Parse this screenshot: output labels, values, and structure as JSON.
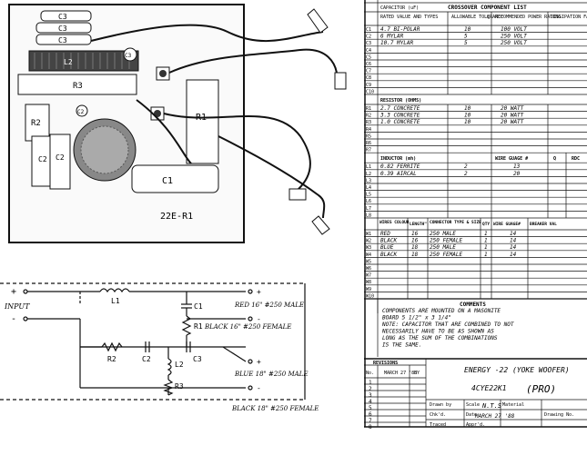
{
  "board": {
    "label": "22E-R1",
    "components": {
      "c3a": "C3",
      "c3b": "C3",
      "c3c": "C3",
      "l2": "L2",
      "c3small": "C3",
      "r3": "R3",
      "r2": "R2",
      "c2a": "C2",
      "c2b": "C2",
      "c2circle": "C2",
      "c1": "C1",
      "r1": "R1"
    }
  },
  "schematic": {
    "input_label": "INPUT",
    "l1": "L1",
    "c1": "C1",
    "r1": "R1",
    "r2": "R2",
    "c2": "C2",
    "c3": "C3",
    "l2": "L2",
    "r3": "R3",
    "plus": "+",
    "minus": "-",
    "out_red": "RED 16\" #250 MALE",
    "out_black1": "BLACK 16\" #250 FEMALE",
    "out_blue": "BLUE 18\" #250 MALE",
    "out_black2": "BLACK 18\" #250 FEMALE"
  },
  "list": {
    "title": "CROSSOVER COMPONENT LIST",
    "cap_unit": "CAPACITOR (uF)",
    "cap_headers": [
      "RATED VALUE AND TYPES",
      "ALLOWABLE TOLERANCE",
      "%",
      "RECOMMENDED POWER RATING",
      "DISSIPATION FACTOR"
    ],
    "cap_rows": [
      {
        "id": "C1",
        "value": "4.7 BI-POLAR",
        "tol": "10",
        "rating": "100 VOLT"
      },
      {
        "id": "C2",
        "value": "6 MYLAR",
        "tol": "5",
        "rating": "250 VOLT"
      },
      {
        "id": "C3",
        "value": "10.7 MYLAR",
        "tol": "5",
        "rating": "250 VOLT"
      },
      {
        "id": "C4",
        "value": "",
        "tol": "",
        "rating": ""
      },
      {
        "id": "C5",
        "value": "",
        "tol": "",
        "rating": ""
      },
      {
        "id": "C6",
        "value": "",
        "tol": "",
        "rating": ""
      },
      {
        "id": "C7",
        "value": "",
        "tol": "",
        "rating": ""
      },
      {
        "id": "C8",
        "value": "",
        "tol": "",
        "rating": ""
      },
      {
        "id": "C9",
        "value": "",
        "tol": "",
        "rating": ""
      },
      {
        "id": "C10",
        "value": "",
        "tol": "",
        "rating": ""
      }
    ],
    "res_header": "RESISTOR (OHMS)",
    "res_rows": [
      {
        "id": "R1",
        "value": "2.7 CONCRETE",
        "tol": "10",
        "rating": "20 WATT"
      },
      {
        "id": "R2",
        "value": "3.3 CONCRETE",
        "tol": "10",
        "rating": "20 WATT"
      },
      {
        "id": "R3",
        "value": "1.0 CONCRETE",
        "tol": "10",
        "rating": "20 WATT"
      },
      {
        "id": "R4",
        "value": "",
        "tol": "",
        "rating": ""
      },
      {
        "id": "R5",
        "value": "",
        "tol": "",
        "rating": ""
      },
      {
        "id": "R6",
        "value": "",
        "tol": "",
        "rating": ""
      },
      {
        "id": "R7",
        "value": "",
        "tol": "",
        "rating": ""
      }
    ],
    "ind_headers": [
      "INDUCTOR (mh)",
      "WIRE GUAGE #",
      "Q",
      "RDC"
    ],
    "ind_rows": [
      {
        "id": "L1",
        "value": "0.82 FERRITE",
        "tol": "2",
        "gauge": "13"
      },
      {
        "id": "L2",
        "value": "0.39 AIRCAL",
        "tol": "2",
        "gauge": "20"
      },
      {
        "id": "L3",
        "value": "",
        "tol": "",
        "gauge": ""
      },
      {
        "id": "L4",
        "value": "",
        "tol": "",
        "gauge": ""
      },
      {
        "id": "L5",
        "value": "",
        "tol": "",
        "gauge": ""
      },
      {
        "id": "L6",
        "value": "",
        "tol": "",
        "gauge": ""
      },
      {
        "id": "L7",
        "value": "",
        "tol": "",
        "gauge": ""
      },
      {
        "id": "L8",
        "value": "",
        "tol": "",
        "gauge": ""
      }
    ],
    "wire_headers": [
      "WIRES COLOUR",
      "LENGTH\"",
      "CONNECTOR TYPE & SIZE",
      "QTY",
      "WIRE GUAGE#",
      "BREAKER VAL"
    ],
    "wire_rows": [
      {
        "id": "W1",
        "colour": "RED",
        "len": "16",
        "conn": "250 MALE",
        "qty": "1",
        "gauge": "14"
      },
      {
        "id": "W2",
        "colour": "BLACK",
        "len": "16",
        "conn": "250 FEMALE",
        "qty": "1",
        "gauge": "14"
      },
      {
        "id": "W3",
        "colour": "BLUE",
        "len": "18",
        "conn": "250 MALE",
        "qty": "1",
        "gauge": "14"
      },
      {
        "id": "W4",
        "colour": "BLACK",
        "len": "18",
        "conn": "250 FEMALE",
        "qty": "1",
        "gauge": "14"
      },
      {
        "id": "W5",
        "colour": "",
        "len": "",
        "conn": "",
        "qty": "",
        "gauge": ""
      },
      {
        "id": "W6",
        "colour": "",
        "len": "",
        "conn": "",
        "qty": "",
        "gauge": ""
      },
      {
        "id": "W7",
        "colour": "",
        "len": "",
        "conn": "",
        "qty": "",
        "gauge": ""
      },
      {
        "id": "W8",
        "colour": "",
        "len": "",
        "conn": "",
        "qty": "",
        "gauge": ""
      },
      {
        "id": "W9",
        "colour": "",
        "len": "",
        "conn": "",
        "qty": "",
        "gauge": ""
      },
      {
        "id": "W10",
        "colour": "",
        "len": "",
        "conn": "",
        "qty": "",
        "gauge": ""
      }
    ],
    "comments_title": "COMMENTS",
    "comments": [
      "COMPONENTS ARE MOUNTED ON A MASONITE",
      "BOARD 5 1/2\" x 3 1/4\"",
      "NOTE: CAPACITOR THAT ARE COMBINED TO NOT",
      "NECESSARILY HAVE TO BE AS SHOWN AS",
      "LONG AS THE SUM OF THE COMBINATIONS",
      "IS THE SAME."
    ]
  },
  "title_block": {
    "revisions": "REVISIONS",
    "no": "No.",
    "date": "MARCH 27 '88",
    "by": "BY",
    "rev_numbers": [
      "1",
      "2",
      "3",
      "4",
      "5",
      "6",
      "7",
      "8"
    ],
    "project": "ENERGY -22 (YOKE WOOFER)",
    "part": "4CYE22K1",
    "variant": "(PRO)",
    "drawn_by": "Drawn by",
    "chkd": "Chk'd.",
    "traced": "Traced",
    "scale_label": "Scale",
    "scale": "N.T.S",
    "date_label": "Date",
    "material": "Material",
    "drawing_no": "Drawing No.",
    "apprd": "Appr'd."
  }
}
